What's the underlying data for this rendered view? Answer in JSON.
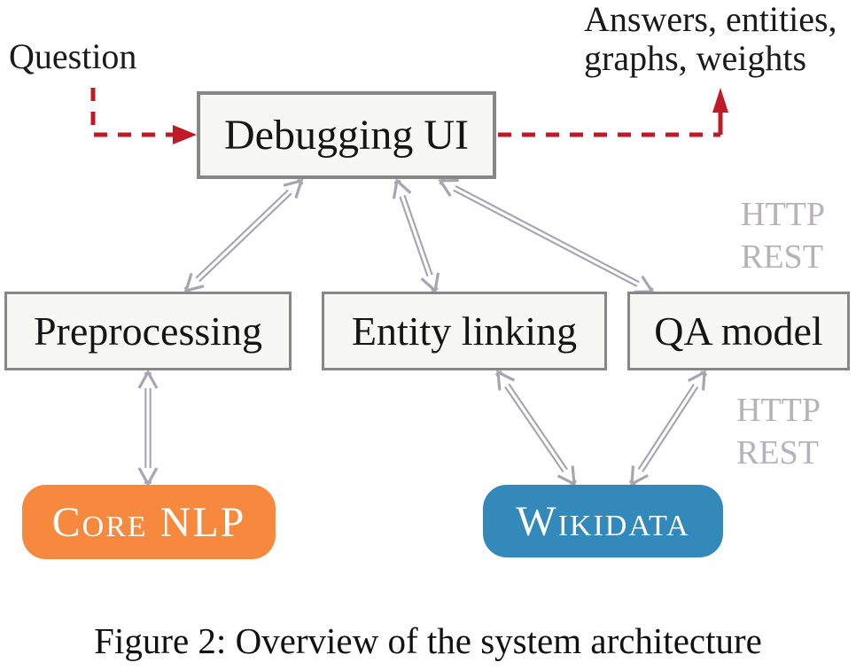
{
  "figure": {
    "caption": "Figure 2: Overview of the system architecture"
  },
  "nodes": {
    "debugging_ui": "Debugging UI",
    "preprocessing": "Preprocessing",
    "entity_linking": "Entity linking",
    "qa_model": "QA model",
    "core_nlp": "Core NLP",
    "wikidata": "Wikidata"
  },
  "annotations": {
    "question": "Question",
    "outputs_line1": "Answers, entities,",
    "outputs_line2": "graphs, weights",
    "http_rest_top": {
      "line1": "HTTP",
      "line2": "REST"
    },
    "http_rest_bottom": {
      "line1": "HTTP",
      "line2": "REST"
    }
  },
  "edges": [
    {
      "from": "Question",
      "to": "Debugging UI",
      "style": "red-dashed-arrow"
    },
    {
      "from": "Debugging UI",
      "to": "Answers, entities, graphs, weights",
      "style": "red-dashed-arrow"
    },
    {
      "from": "Debugging UI",
      "to": "Preprocessing",
      "style": "gray-double-arrow-bidirectional"
    },
    {
      "from": "Debugging UI",
      "to": "Entity linking",
      "style": "gray-double-arrow-bidirectional"
    },
    {
      "from": "Debugging UI",
      "to": "QA model",
      "style": "gray-double-arrow-bidirectional",
      "label": "HTTP REST"
    },
    {
      "from": "Preprocessing",
      "to": "Core NLP",
      "style": "gray-double-arrow-bidirectional"
    },
    {
      "from": "Entity linking",
      "to": "Wikidata",
      "style": "gray-double-arrow-bidirectional"
    },
    {
      "from": "QA model",
      "to": "Wikidata",
      "style": "gray-double-arrow-bidirectional",
      "label": "HTTP REST"
    }
  ],
  "colors": {
    "accent_red": "#bf1a28",
    "arrow_gray": "#a8a5b0",
    "box_border": "#878787",
    "box_fill": "#f7f7f6",
    "core_nlp_fill": "#f6893e",
    "wikidata_fill": "#3389ba",
    "http_label_gray": "#b5b2bc"
  }
}
